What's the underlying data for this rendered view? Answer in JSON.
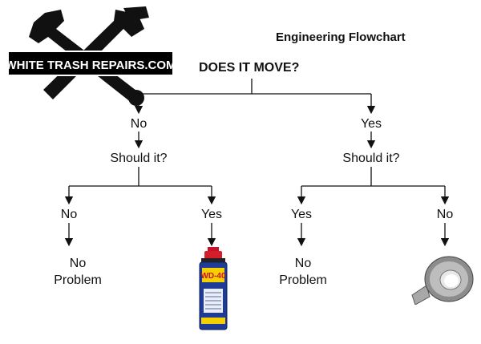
{
  "logo": {
    "text": "WHITE TRASH REPAIRS.COM"
  },
  "title": "Engineering Flowchart",
  "question": "DOES IT MOVE?",
  "level1": {
    "left": "No",
    "right": "Yes"
  },
  "level2": {
    "left": "Should it?",
    "right": "Should it?"
  },
  "level3": {
    "ll": "No",
    "lr": "Yes",
    "rl": "Yes",
    "rr": "No"
  },
  "outcomes": {
    "ll_line1": "No",
    "ll_line2": "Problem",
    "lr_label": "WD-40",
    "rl_line1": "No",
    "rl_line2": "Problem",
    "rr_icon": "duct-tape-icon"
  }
}
